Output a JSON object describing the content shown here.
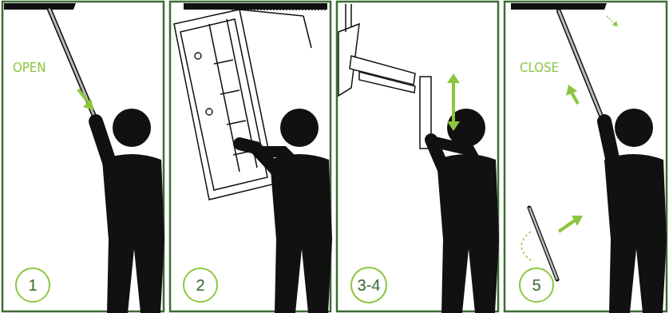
{
  "diagram": {
    "nodes": [
      {
        "text": [
          "1"
        ]
      },
      {
        "text": [
          "2"
        ]
      },
      {
        "text": [
          "3-4"
        ]
      },
      {
        "text": [
          "5"
        ]
      }
    ],
    "labels": [
      "OPEN",
      "CLOSE"
    ]
  }
}
